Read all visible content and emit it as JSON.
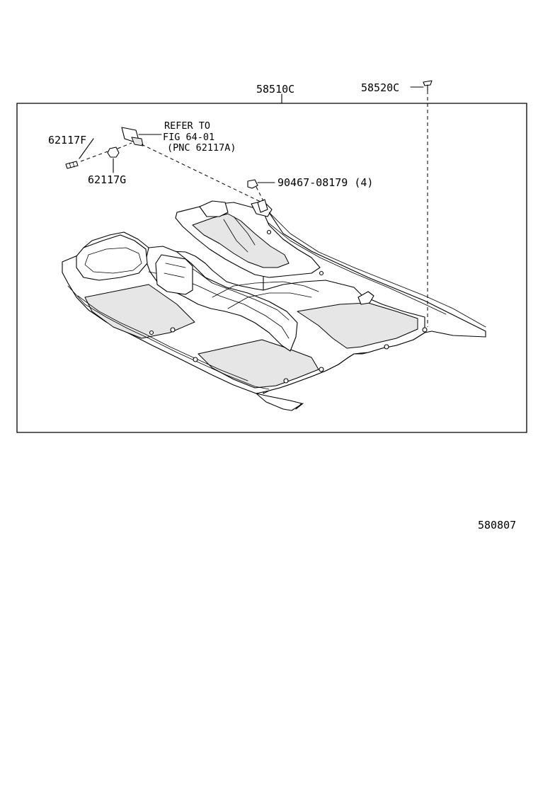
{
  "diagram": {
    "main_part_number": "58510C",
    "parts": {
      "plug": "58520C",
      "bolt": "62117F",
      "nut": "62117G",
      "clip": "90467-08179 (4)"
    },
    "reference": {
      "line1": "REFER TO",
      "line2": "FIG 64-01",
      "line3": "(PNC 62117A)"
    },
    "figure_number": "580807"
  }
}
